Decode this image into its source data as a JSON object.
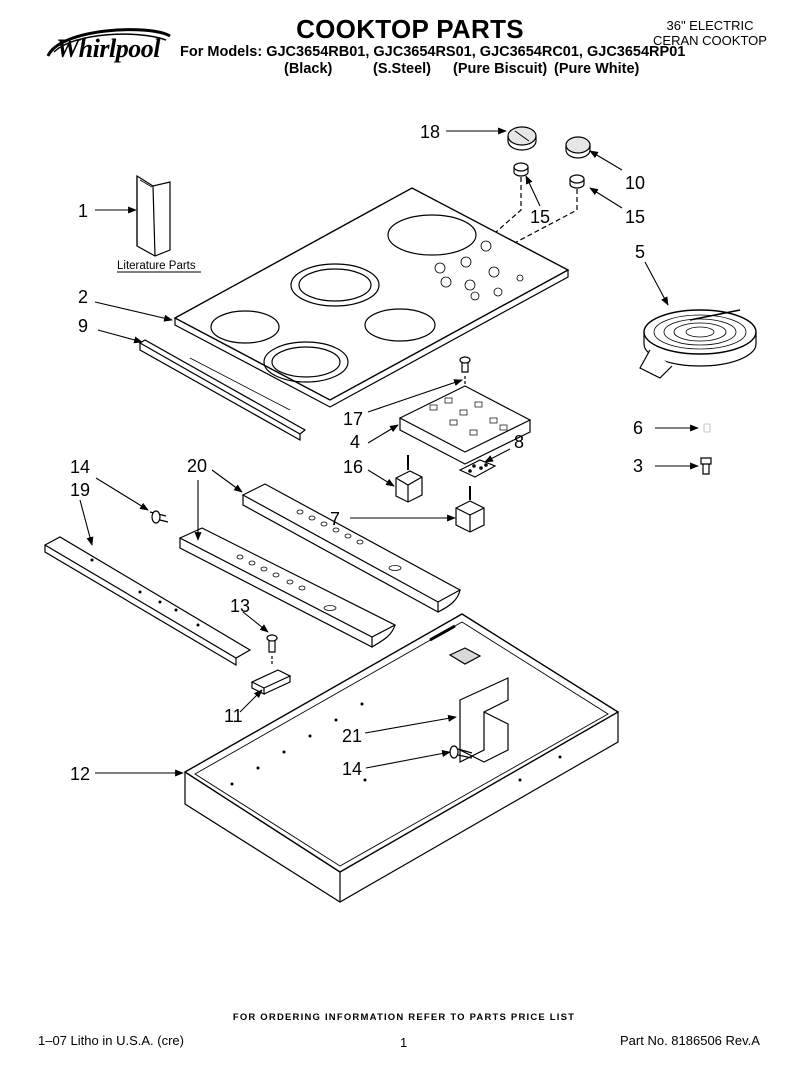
{
  "brand": {
    "name": "Whirlpool"
  },
  "header": {
    "title": "COOKTOP PARTS",
    "models_line": "For Models: GJC3654RB01, GJC3654RS01, GJC3654RC01, GJC3654RP01",
    "variants": [
      "(Black)",
      "(S.Steel)",
      "(Pure Biscuit)",
      "(Pure White)"
    ],
    "subtitle_lines": [
      "36\" ELECTRIC",
      "CERAN COOKTOP"
    ]
  },
  "diagram": {
    "literature_label": "Literature Parts",
    "callouts": [
      "18",
      "10",
      "1",
      "15",
      "15",
      "5",
      "2",
      "9",
      "17",
      "4",
      "8",
      "16",
      "6",
      "3",
      "14",
      "20",
      "19",
      "7",
      "13",
      "11",
      "21",
      "14",
      "12"
    ]
  },
  "footer": {
    "order_note": "FOR ORDERING INFORMATION REFER TO PARTS PRICE LIST",
    "litho": "1–07 Litho in U.S.A. (cre)",
    "page": "1",
    "part_no": "Part No. 8186506 Rev.A"
  },
  "colors": {
    "ink": "#000000",
    "paper": "#ffffff",
    "shade": "#d9d9d9"
  }
}
